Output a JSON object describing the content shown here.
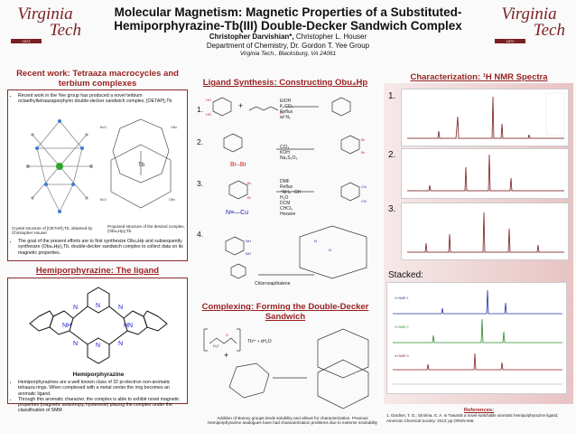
{
  "header": {
    "title_line1": "Molecular Magnetism: Magnetic Properties of a Substituted-",
    "title_line2": "Hemiporphyrazine-Tb(III) Double-Decker Sandwich Complex",
    "authors_bold": "Christopher  Darvishian*,",
    "authors_rest": " Christopher L. Houser",
    "department": "Department of Chemistry, Dr. Gordon T. Yee Group",
    "location": "Virginia Tech., Blacksburg, VA 24061"
  },
  "logo": {
    "word1": "Virginia",
    "word2": "Tech",
    "year": "1872"
  },
  "recent_work": {
    "title_line1": "Recent work: Tetraaza macrocycles and",
    "title_line2": "terbium complexes",
    "bullet1": "Recent work in the Yee group has produced a novel terbium octaethyltetraazaporphyrin double-decker sandwich complex, [OETAP]₂Tb",
    "caption_left": "Crystal structure  of [OETAP]₂Tb, obtained by Christopher Houser",
    "caption_right": "Proposed structure of the desired complex, (Obu₄Hp)₂Tb.",
    "bullet2": "The goal of the present efforts are to first synthesize Obu₄Hp and subsequently synthesize (Obu₄Hp)₂Tb, double-decker sandwich complex to collect data on its magnetic properties."
  },
  "hemiporphyrazine": {
    "title": "Hemiporphyrazine: The ligand",
    "name": "Hemiporphyrazine",
    "bullet1": "Hemiporphyrazines are a well known class of 32 pi-electron non-aromatic tetraaza rings. When complexed with a metal center the ring becomes an aromatic ligand.",
    "bullet2": "Through this aromatic character, the complex is able to exhibit novel magnetic properties (magnetic anisotropy, hysteresis) placing the complex under the classification of SMM"
  },
  "ligand_synthesis": {
    "title": "Ligand Synthesis: Constructing Obu₄Hp",
    "steps": [
      "1.",
      "2.",
      "3.",
      "4."
    ],
    "step1_conditions": "EtOH\nK₂CO₃\nReflux\nw/ N₂",
    "step2_conditions": "CCl₄\nKOH\nNa₂S₂O₃",
    "step2_reagent": "Br–Br",
    "step3_conditions": "DMF\nReflux\n⁺NH₄ ⁻OH\nH₂O\nDCM\nCHCl₃\nHexane",
    "step3_reagent": "N≡—Cu",
    "step4_conditions": "Chloronapthalene"
  },
  "complexing": {
    "title_line1": "Complexing: Forming the Double-Decker",
    "title_line2": "Sandwich",
    "tb_reagent": "Tb³⁺ • xH₂O",
    "caption": "Addition of Butoxy groups lends solubility and allows for characterization. Previous Hemiporphyrazine analogues have had characterization problems due to extreme insolubility"
  },
  "characterization": {
    "title": "Characterization: ¹H NMR Spectra",
    "spectra": [
      "1.",
      "2.",
      "3."
    ],
    "stacked_label": "Stacked:",
    "stacked_traces": [
      {
        "label": "¹H NMR 1",
        "color": "#2233aa"
      },
      {
        "label": "¹H NMR 2",
        "color": "#2a8a2a"
      },
      {
        "label": "¹H NMR 3",
        "color": "#8a1a1a"
      }
    ]
  },
  "references": {
    "heading": "References:",
    "ref1": "1.        Gardner, T. G.; Girolma, G. A. In  Towards a novel switchable aromatic hemiporphyrazine ligand; American Chemical Society: 2013; pp ORGN-946."
  },
  "colors": {
    "accent": "#9a1f1f",
    "maroon": "#7a1f22"
  }
}
